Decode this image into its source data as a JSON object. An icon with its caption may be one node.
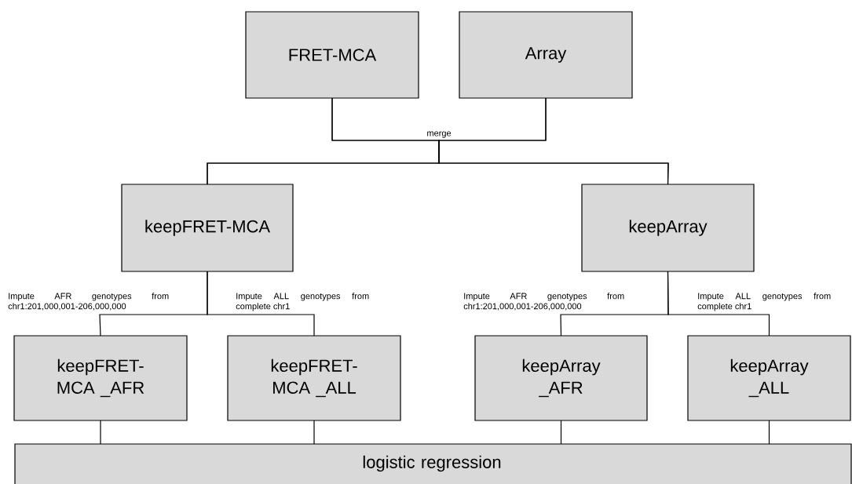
{
  "diagram": {
    "nodes": [
      {
        "text": [
          "FRET-MCA"
        ]
      },
      {
        "text": [
          "Array"
        ]
      },
      {
        "text": [
          "keepFRET-MCA"
        ]
      },
      {
        "text": [
          "keepArray"
        ]
      },
      {
        "text": [
          "keepFRET-MCA _AFR"
        ]
      },
      {
        "text": [
          "keepFRET-MCA _ALL"
        ]
      },
      {
        "text": [
          "keepArray _AFR"
        ]
      },
      {
        "text": [
          "keepArray _ALL"
        ]
      },
      {
        "text": [
          "logistic regression"
        ]
      }
    ],
    "edges": [
      {
        "from": 0,
        "to": 2,
        "arrow": "none"
      },
      {
        "from": 0,
        "to": 3,
        "arrow": "none"
      },
      {
        "from": 1,
        "to": 2,
        "arrow": "none"
      },
      {
        "from": 1,
        "to": 3,
        "arrow": "none"
      },
      {
        "from": 2,
        "to": 4,
        "arrow": "none",
        "label": "Impute AFR genotypes from chr1:201,000,001-206,000,000"
      },
      {
        "from": 2,
        "to": 5,
        "arrow": "none",
        "label": "Impute ALL genotypes from complete chr1"
      },
      {
        "from": 3,
        "to": 6,
        "arrow": "none",
        "label": "Impute AFR genotypes from chr1:201,000,001-206,000,000"
      },
      {
        "from": 3,
        "to": 7,
        "arrow": "none",
        "label": "Impute ALL genotypes from complete chr1"
      },
      {
        "from": 4,
        "to": 8,
        "arrow": "none"
      },
      {
        "from": 5,
        "to": 8,
        "arrow": "none"
      },
      {
        "from": 6,
        "to": 8,
        "arrow": "none"
      },
      {
        "from": 7,
        "to": 8,
        "arrow": "none"
      }
    ],
    "labels": [
      "merge"
    ]
  }
}
